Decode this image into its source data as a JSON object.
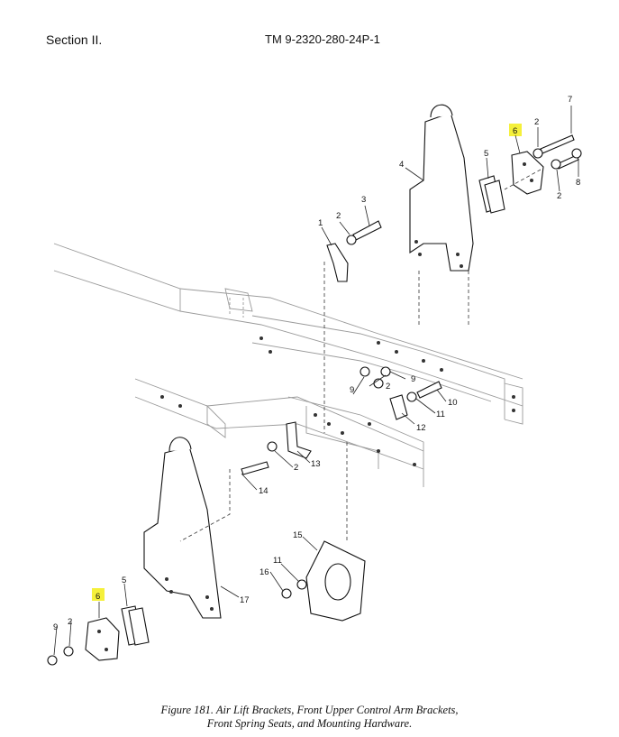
{
  "header": {
    "section": "Section II.",
    "tm": "TM 9-2320-280-24P-1"
  },
  "caption": {
    "line1": "Figure 181.  Air Lift Brackets, Front Upper Control Arm Brackets,",
    "line2": "Front Spring Seats, and Mounting Hardware."
  },
  "highlight_color": "#f5f03a",
  "callouts": [
    "7",
    "2",
    "6",
    "5",
    "4",
    "8",
    "2",
    "3",
    "2",
    "1",
    "9",
    "2",
    "9",
    "10",
    "11",
    "12",
    "13",
    "2",
    "14",
    "15",
    "11",
    "16",
    "17",
    "6",
    "5",
    "2",
    "9"
  ]
}
